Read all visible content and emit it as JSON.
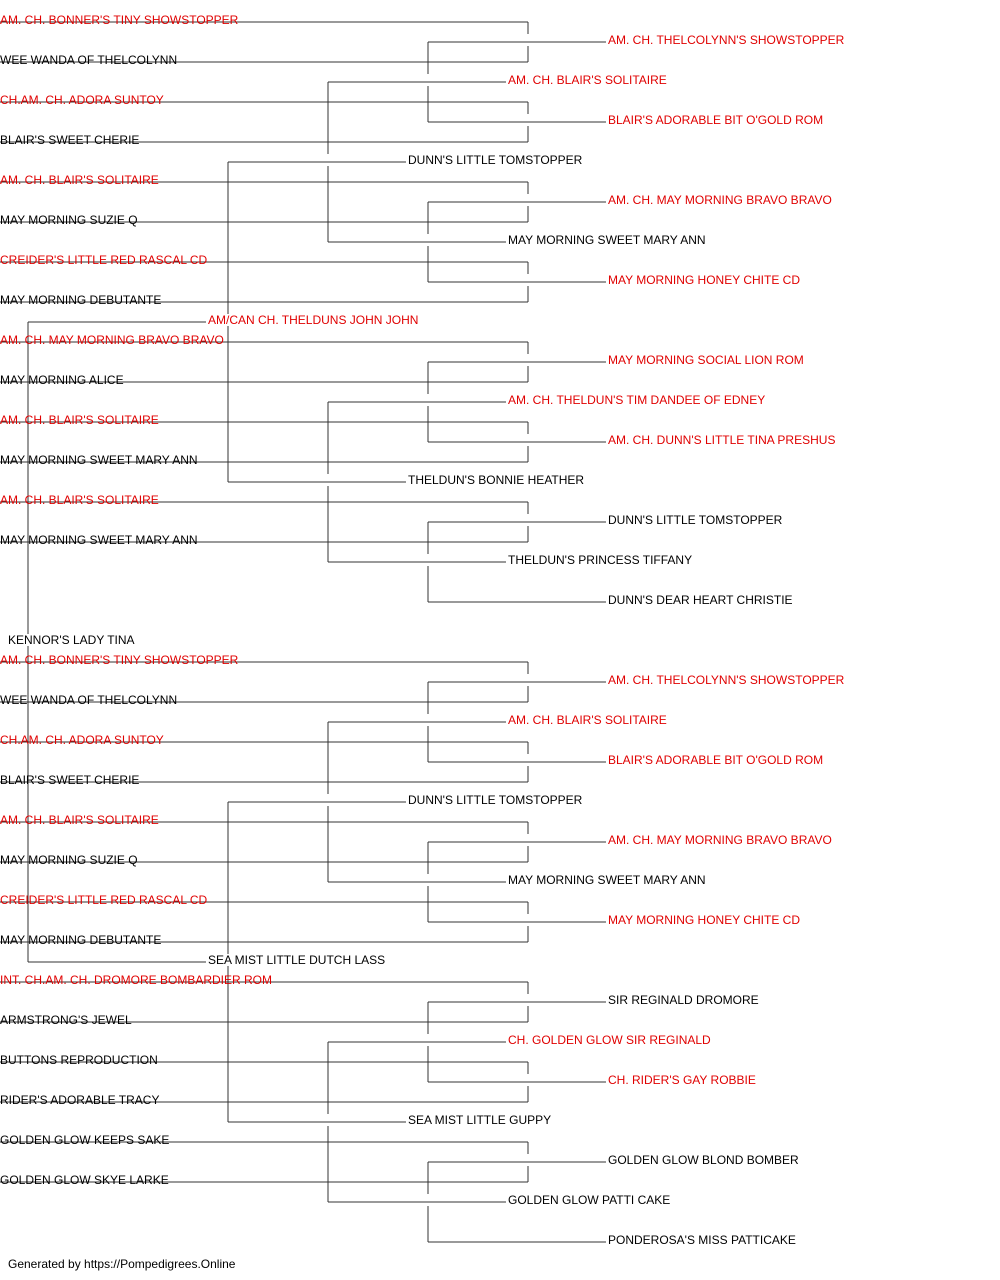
{
  "colors": {
    "titled": "#e00000",
    "plain": "#000000",
    "lines": "#333333"
  },
  "footer": "Generated by https://Pompedigrees.Online",
  "subject": "KENNOR'S LADY TINA",
  "tree": {
    "name": "KENNOR'S LADY TINA",
    "titled": false,
    "sire": {
      "name": "AM/CAN CH. THELDUNS JOHN JOHN",
      "titled": true,
      "sire": {
        "name": "DUNN'S LITTLE TOMSTOPPER",
        "titled": false,
        "sire": {
          "name": "AM. CH. BLAIR'S SOLITAIRE",
          "titled": true,
          "sire": {
            "name": "AM. CH. THELCOLYNN'S SHOWSTOPPER",
            "titled": true,
            "sire": {
              "name": "AM. CH. BONNER'S TINY SHOWSTOPPER",
              "titled": true
            },
            "dam": {
              "name": "WEE WANDA OF THELCOLYNN",
              "titled": false
            }
          },
          "dam": {
            "name": "BLAIR'S ADORABLE BIT O'GOLD ROM",
            "titled": true,
            "sire": {
              "name": "CH.AM. CH. ADORA SUNTOY",
              "titled": true
            },
            "dam": {
              "name": "BLAIR'S SWEET CHERIE",
              "titled": false
            }
          }
        },
        "dam": {
          "name": "MAY MORNING SWEET MARY ANN",
          "titled": false,
          "sire": {
            "name": "AM. CH. MAY MORNING BRAVO BRAVO",
            "titled": true,
            "sire": {
              "name": "AM. CH. BLAIR'S SOLITAIRE",
              "titled": true
            },
            "dam": {
              "name": "MAY MORNING SUZIE Q",
              "titled": false
            }
          },
          "dam": {
            "name": "MAY MORNING HONEY CHITE CD",
            "titled": true,
            "sire": {
              "name": "CREIDER'S LITTLE RED RASCAL CD",
              "titled": true
            },
            "dam": {
              "name": "MAY MORNING DEBUTANTE",
              "titled": false
            }
          }
        }
      },
      "dam": {
        "name": "THELDUN'S BONNIE HEATHER",
        "titled": false,
        "sire": {
          "name": "AM. CH. THELDUN'S TIM DANDEE OF EDNEY",
          "titled": true,
          "sire": {
            "name": "MAY MORNING SOCIAL LION ROM",
            "titled": true,
            "sire": {
              "name": "AM. CH. MAY MORNING BRAVO BRAVO",
              "titled": true
            },
            "dam": {
              "name": "MAY MORNING ALICE",
              "titled": false
            }
          },
          "dam": {
            "name": "AM. CH. DUNN'S LITTLE TINA PRESHUS",
            "titled": true,
            "sire": {
              "name": "AM. CH. BLAIR'S SOLITAIRE",
              "titled": true
            },
            "dam": {
              "name": "MAY MORNING SWEET MARY ANN",
              "titled": false
            }
          }
        },
        "dam": {
          "name": "THELDUN'S PRINCESS TIFFANY",
          "titled": false,
          "sire": {
            "name": "DUNN'S LITTLE TOMSTOPPER",
            "titled": false,
            "sire": {
              "name": "AM. CH. BLAIR'S SOLITAIRE",
              "titled": true
            },
            "dam": {
              "name": "MAY MORNING SWEET MARY ANN",
              "titled": false
            }
          },
          "dam": {
            "name": "DUNN'S DEAR HEART CHRISTIE",
            "titled": false
          }
        }
      }
    },
    "dam": {
      "name": "SEA MIST LITTLE DUTCH LASS",
      "titled": false,
      "sire": {
        "name": "DUNN'S LITTLE TOMSTOPPER",
        "titled": false,
        "sire": {
          "name": "AM. CH. BLAIR'S SOLITAIRE",
          "titled": true,
          "sire": {
            "name": "AM. CH. THELCOLYNN'S SHOWSTOPPER",
            "titled": true,
            "sire": {
              "name": "AM. CH. BONNER'S TINY SHOWSTOPPER",
              "titled": true
            },
            "dam": {
              "name": "WEE WANDA OF THELCOLYNN",
              "titled": false
            }
          },
          "dam": {
            "name": "BLAIR'S ADORABLE BIT O'GOLD ROM",
            "titled": true,
            "sire": {
              "name": "CH.AM. CH. ADORA SUNTOY",
              "titled": true
            },
            "dam": {
              "name": "BLAIR'S SWEET CHERIE",
              "titled": false
            }
          }
        },
        "dam": {
          "name": "MAY MORNING SWEET MARY ANN",
          "titled": false,
          "sire": {
            "name": "AM. CH. MAY MORNING BRAVO BRAVO",
            "titled": true,
            "sire": {
              "name": "AM. CH. BLAIR'S SOLITAIRE",
              "titled": true
            },
            "dam": {
              "name": "MAY MORNING SUZIE Q",
              "titled": false
            }
          },
          "dam": {
            "name": "MAY MORNING HONEY CHITE CD",
            "titled": true,
            "sire": {
              "name": "CREIDER'S LITTLE RED RASCAL CD",
              "titled": true
            },
            "dam": {
              "name": "MAY MORNING DEBUTANTE",
              "titled": false
            }
          }
        }
      },
      "dam": {
        "name": "SEA MIST LITTLE GUPPY",
        "titled": false,
        "sire": {
          "name": "CH. GOLDEN GLOW SIR REGINALD",
          "titled": true,
          "sire": {
            "name": "SIR REGINALD DROMORE",
            "titled": false,
            "sire": {
              "name": "INT. CH.AM. CH. DROMORE BOMBARDIER ROM",
              "titled": true
            },
            "dam": {
              "name": "ARMSTRONG'S JEWEL",
              "titled": false
            }
          },
          "dam": {
            "name": "CH. RIDER'S GAY ROBBIE",
            "titled": true,
            "sire": {
              "name": "BUTTONS REPRODUCTION",
              "titled": false
            },
            "dam": {
              "name": "RIDER'S ADORABLE TRACY",
              "titled": false
            }
          }
        },
        "dam": {
          "name": "GOLDEN GLOW PATTI CAKE",
          "titled": false,
          "sire": {
            "name": "GOLDEN GLOW BLOND BOMBER",
            "titled": false,
            "sire": {
              "name": "GOLDEN GLOW KEEPS SAKE",
              "titled": false
            },
            "dam": {
              "name": "GOLDEN GLOW SKYE LARKE",
              "titled": false
            }
          },
          "dam": {
            "name": "PONDEROSA'S MISS PATTICAKE",
            "titled": false
          }
        }
      }
    }
  }
}
